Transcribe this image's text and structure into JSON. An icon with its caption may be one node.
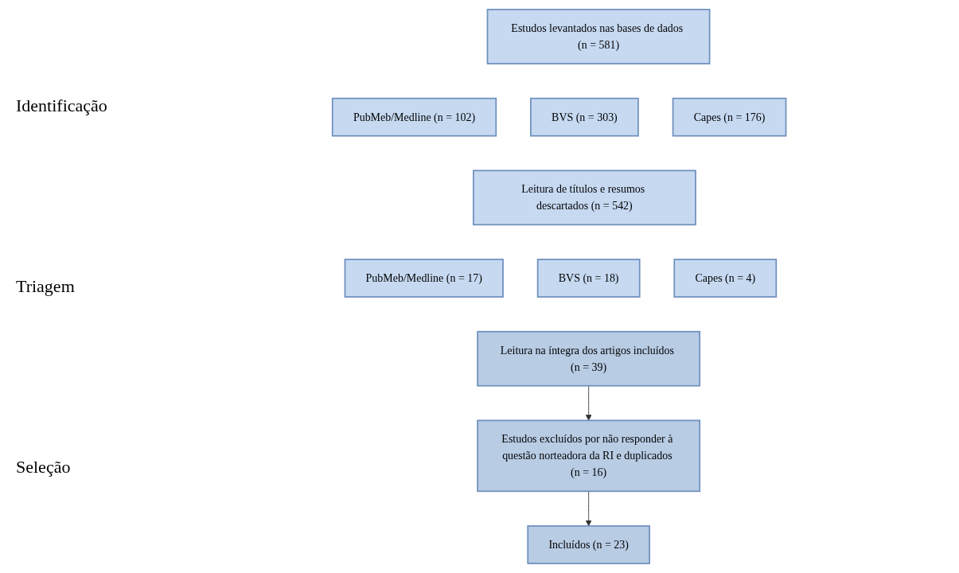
{
  "diagram": {
    "nodes": [
      {
        "text": [
          "Estudos levantados nas bases de dados (n = 581)"
        ]
      },
      {
        "text": [
          "PubMeb/Medline (n = 102)"
        ]
      },
      {
        "text": [
          "BVS (n = 303)"
        ]
      },
      {
        "text": [
          "Capes (n = 176)"
        ]
      },
      {
        "text": [
          "Leitura de títulos e resumos descartados (n = 542)"
        ]
      },
      {
        "text": [
          "PubMeb/Medline (n = 17)"
        ]
      },
      {
        "text": [
          "BVS (n = 18)"
        ]
      },
      {
        "text": [
          "Capes (n = 4)"
        ]
      },
      {
        "text": [
          "Leitura na íntegra dos artigos incluídos (n = 39)"
        ]
      },
      {
        "text": [
          "Estudos excluídos por não responder à questão norteadora da RI e duplicados (n = 16)"
        ]
      },
      {
        "text": [
          "Incluídos (n = 23)"
        ]
      }
    ],
    "edges": [
      {
        "from": 8,
        "to": 9,
        "arrow": "to"
      },
      {
        "from": 9,
        "to": 10,
        "arrow": "to"
      }
    ],
    "labels": [
      "Identificação",
      "Triagem",
      "Seleção"
    ]
  }
}
